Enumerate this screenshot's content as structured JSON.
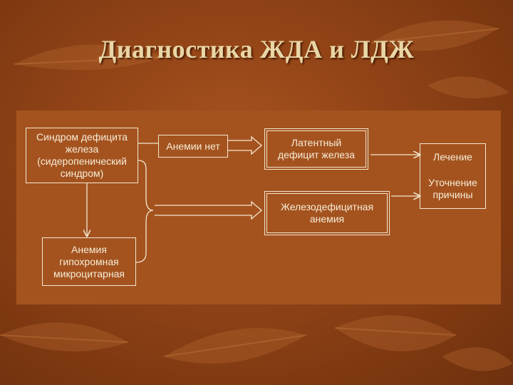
{
  "slide": {
    "title": "Диагностика ЖДА и ЛДЖ"
  },
  "diagram": {
    "nodes": {
      "syndrome": "Синдром дефицита\nжелеза\n(сидеропенический\nсиндром)",
      "no_anemia": "Анемии нет",
      "latent": "Латентный\nдефицит железа",
      "ida": "Железодефицитная\nанемия",
      "hypochromic": "Анемия\nгипохромная\nмикроцитарная",
      "treatment": "Лечение",
      "clarify": "Уточнение\nпричины"
    }
  },
  "colors": {
    "background": "#8f4216",
    "panel": "#a4531f",
    "lines": "#f3e7cf",
    "title": "#e9d7a6"
  }
}
